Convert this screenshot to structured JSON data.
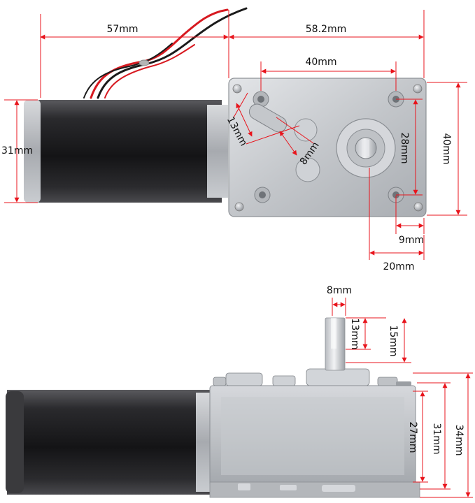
{
  "top_view": {
    "motor_length": "57mm",
    "gearbox_length": "58.2mm",
    "hole_spacing_horizontal": "40mm",
    "motor_diameter": "31mm",
    "slot_length": "13mm",
    "slot_width": "8mm",
    "hole_spacing_vertical": "28mm",
    "gearbox_height": "40mm",
    "hole_edge_offset": "9mm",
    "shaft_offset": "20mm"
  },
  "side_view": {
    "shaft_diameter": "8mm",
    "flat_length": "13mm",
    "shaft_length": "15mm",
    "inner_height": "27mm",
    "body_height": "31mm",
    "total_height": "34mm"
  },
  "colors": {
    "dimension_line": "#e8141c",
    "motor_body": "#1c1c1e",
    "gearbox_metal": "#c9ccd0"
  }
}
